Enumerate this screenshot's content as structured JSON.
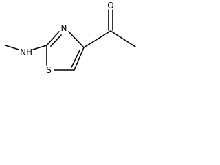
{
  "molecule": {
    "atoms": {
      "oxygen": "O",
      "nitrogen_ring": "N",
      "amine": "NH",
      "sulfur": "S"
    },
    "colors": {
      "bond": "#000000",
      "label": "#000000",
      "background": "#ffffff"
    }
  }
}
